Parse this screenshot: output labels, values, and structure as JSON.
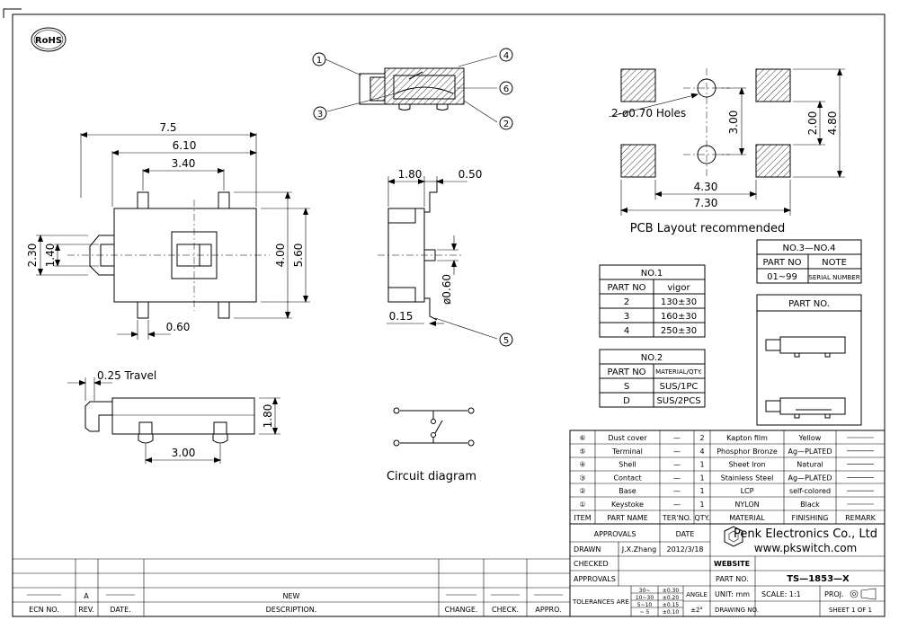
{
  "rohs": "RoHS",
  "dims": {
    "d7_5": "7.5",
    "d6_10": "6.10",
    "d3_40": "3.40",
    "d2_30": "2.30",
    "d1_40": "1.40",
    "d4_00": "4.00",
    "d5_60": "5.60",
    "d0_60": "0.60",
    "d0_25_travel": "0.25 Travel",
    "d1_80_side": "1.80",
    "d3_00": "3.00",
    "d1_80": "1.80",
    "d0_50": "0.50",
    "d0_15": "0.15",
    "phi0_60": "ø0.60",
    "holes": "2-ø0.70 Holes",
    "pcb_3_00": "3.00",
    "pcb_2_00": "2.00",
    "pcb_4_80": "4.80",
    "pcb_4_30": "4.30",
    "pcb_7_30": "7.30"
  },
  "callouts": [
    "1",
    "2",
    "3",
    "4",
    "5",
    "6"
  ],
  "pcb_caption": "PCB Layout recommended",
  "circuit_caption": "Circuit diagram",
  "no1": {
    "title": "NO.1",
    "headers": [
      "PART NO",
      "vigor"
    ],
    "rows": [
      [
        "2",
        "130±30"
      ],
      [
        "3",
        "160±30"
      ],
      [
        "4",
        "250±30"
      ]
    ]
  },
  "no2": {
    "title": "NO.2",
    "headers": [
      "PART NO",
      "MATERIAL/QTY."
    ],
    "rows": [
      [
        "S",
        "SUS/1PC"
      ],
      [
        "D",
        "SUS/2PCS"
      ]
    ]
  },
  "no34": {
    "title": "NO.3—NO.4",
    "headers": [
      "PART NO",
      "NOTE"
    ],
    "rows": [
      [
        "01~99",
        "SERIAL NUMBER"
      ]
    ]
  },
  "part_no_box": "PART NO.",
  "bom": {
    "rows": [
      [
        "⑥",
        "Dust cover",
        "—",
        "2",
        "Kapton film",
        "Yellow",
        ""
      ],
      [
        "⑤",
        "Terminal",
        "—",
        "4",
        "Phosphor Bronze",
        "Ag—PLATED",
        ""
      ],
      [
        "④",
        "Shell",
        "—",
        "1",
        "Sheet Iron",
        "Natural",
        ""
      ],
      [
        "③",
        "Contact",
        "—",
        "1",
        "Stainless Steel",
        "Ag—PLATED",
        ""
      ],
      [
        "②",
        "Base",
        "—",
        "1",
        "LCP",
        "self-colored",
        ""
      ],
      [
        "①",
        "Keystoke",
        "—",
        "1",
        "NYLON",
        "Black",
        ""
      ]
    ],
    "headers": [
      "ITEM",
      "PART NAME",
      "TER'NO.",
      "QTY.",
      "MATERIAL",
      "FINISHING",
      "REMARK"
    ]
  },
  "title_block": {
    "approvals": "APPROVALS",
    "date": "DATE",
    "drawn": "DRAWN",
    "drawn_by": "J.X.Zhang",
    "drawn_date": "2012/3/18",
    "checked": "CHECKED",
    "approvals2": "APPROVALS",
    "company": "Penk Electronics Co., Ltd",
    "website_url": "www.pkswitch.com",
    "website": "WEBSITE",
    "part_no_label": "PART NO.",
    "part_no": "TS—1853—X",
    "tolerances": "TOLERANCES ARE",
    "tol_ranges": [
      "30~ ",
      "10~30",
      "5~10",
      "~ 5"
    ],
    "tol_values": [
      "±0.30",
      "±0.20",
      "±0.15",
      "±0.10"
    ],
    "angle": "ANGLE",
    "angle_val": "±2°",
    "unit": "UNIT: mm",
    "scale": "SCALE:  1:1",
    "proj": "PROJ.",
    "drawing_no": "DRAWING NO.",
    "sheet": "SHEET  1  OF  1"
  },
  "revision": {
    "headers": [
      "ECN NO.",
      "REV.",
      "DATE.",
      "DESCRIPTION.",
      "CHANGE.",
      "CHECK.",
      "APPRO."
    ],
    "rev": "A",
    "desc": "NEW"
  }
}
